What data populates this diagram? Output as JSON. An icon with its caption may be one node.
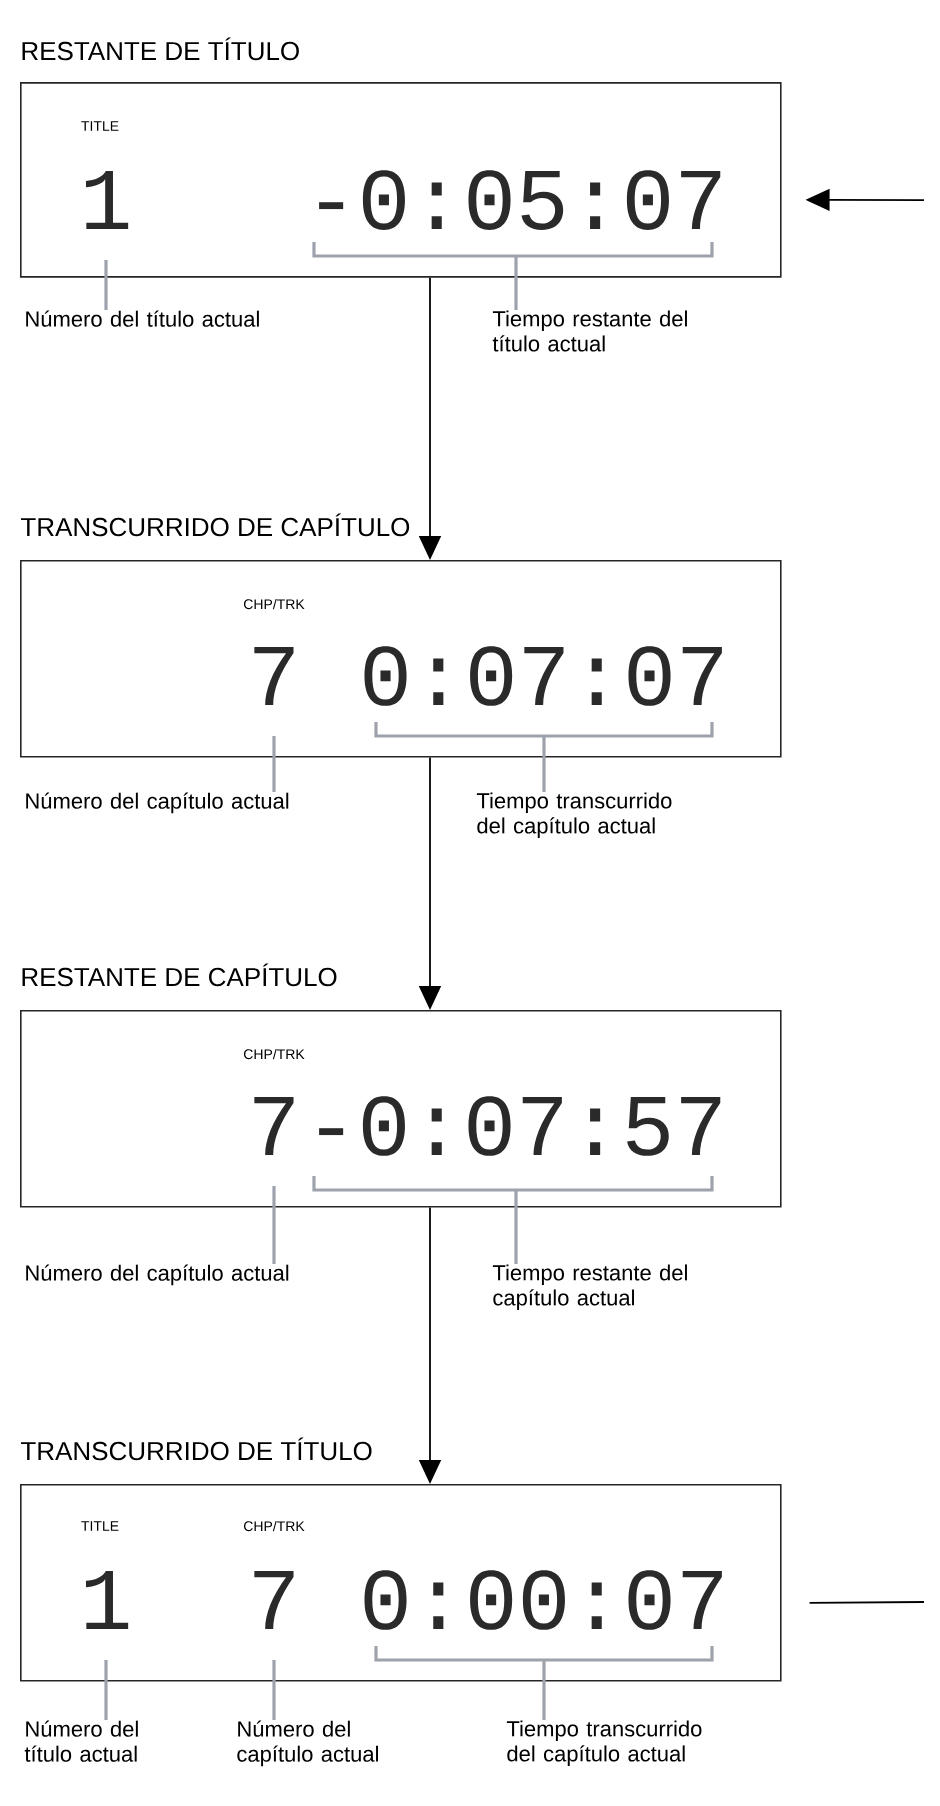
{
  "diagram": {
    "nodes": [
      {
        "text": [
          "RESTANTE DE TÍTULO",
          "TITLE"
        ]
      },
      {
        "text": [
          "1"
        ],
        "in": 0
      },
      {
        "text": [
          "-0:05:07"
        ],
        "in": 0
      },
      {
        "text": [
          "Número del título actual"
        ]
      },
      {
        "text": [
          "Tiempo restante del título actual"
        ]
      },
      {
        "text": [
          "TRANSCURRIDO DE CAPÍTULO",
          "CHP/TRK"
        ]
      },
      {
        "text": [
          "7"
        ],
        "in": 5
      },
      {
        "text": [
          "0:07:07"
        ],
        "in": 5
      },
      {
        "text": [
          "Número del capítulo actual"
        ]
      },
      {
        "text": [
          "Tiempo transcurrido del capítulo actual"
        ]
      },
      {
        "text": [
          "RESTANTE DE CAPÍTULO",
          "CHP/TRK"
        ]
      },
      {
        "text": [
          "7"
        ],
        "in": 10
      },
      {
        "text": [
          "-0:07:57"
        ],
        "in": 10
      },
      {
        "text": [
          "Número del capítulo actual"
        ]
      },
      {
        "text": [
          "Tiempo restante del capítulo actual"
        ]
      },
      {
        "text": [
          "TRANSCURRIDO DE TÍTULO",
          "TITLE",
          "CHP/TRK"
        ]
      },
      {
        "text": [
          "1"
        ],
        "in": 15
      },
      {
        "text": [
          "7"
        ],
        "in": 15
      },
      {
        "text": [
          "0:00:07"
        ],
        "in": 15
      },
      {
        "text": [
          "Número del título actual"
        ]
      },
      {
        "text": [
          "Número del capítulo actual"
        ]
      },
      {
        "text": [
          "Tiempo transcurrido del capítulo actual"
        ]
      }
    ],
    "edges": [
      {
        "from": null,
        "to": 0,
        "arrow": "to",
        "color": "#000000"
      },
      {
        "from": 3,
        "to": 1,
        "arrow": "none"
      },
      {
        "from": 4,
        "to": 2,
        "arrow": "none"
      },
      {
        "from": 0,
        "to": 5,
        "arrow": "to",
        "color": "#000000"
      },
      {
        "from": 8,
        "to": 6,
        "arrow": "none"
      },
      {
        "from": 9,
        "to": 7,
        "arrow": "none"
      },
      {
        "from": 5,
        "to": 10,
        "arrow": "to",
        "color": "#000000"
      },
      {
        "from": 13,
        "to": 11,
        "arrow": "none"
      },
      {
        "from": 14,
        "to": 12,
        "arrow": "none"
      },
      {
        "from": 10,
        "to": 15,
        "arrow": "to",
        "color": "#000000"
      },
      {
        "from": 19,
        "to": 16,
        "arrow": "none"
      },
      {
        "from": 20,
        "to": 17,
        "arrow": "none"
      },
      {
        "from": 21,
        "to": 18,
        "arrow": "none"
      },
      {
        "from": 15,
        "to": null,
        "arrow": "none",
        "color": "#000000"
      }
    ]
  }
}
